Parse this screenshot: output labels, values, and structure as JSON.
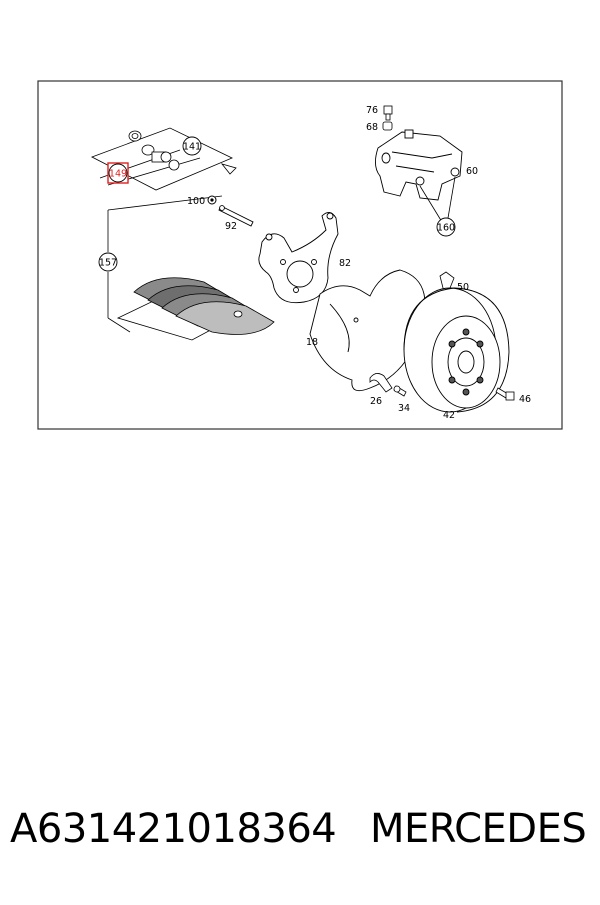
{
  "diagram": {
    "labels": {
      "p76": "76",
      "p68": "68",
      "p60": "60",
      "p160": "160",
      "p141": "141",
      "p149": "149",
      "p100": "100",
      "p92": "92",
      "p157": "157",
      "p82": "82",
      "p50": "50",
      "p18": "18",
      "p26": "26",
      "p34": "34",
      "p42": "42",
      "p46": "46"
    },
    "highlighted_part": "149",
    "highlight_color": "#e02020"
  },
  "footer": {
    "part_number": "A631421018364",
    "brand": "MERCEDES"
  }
}
